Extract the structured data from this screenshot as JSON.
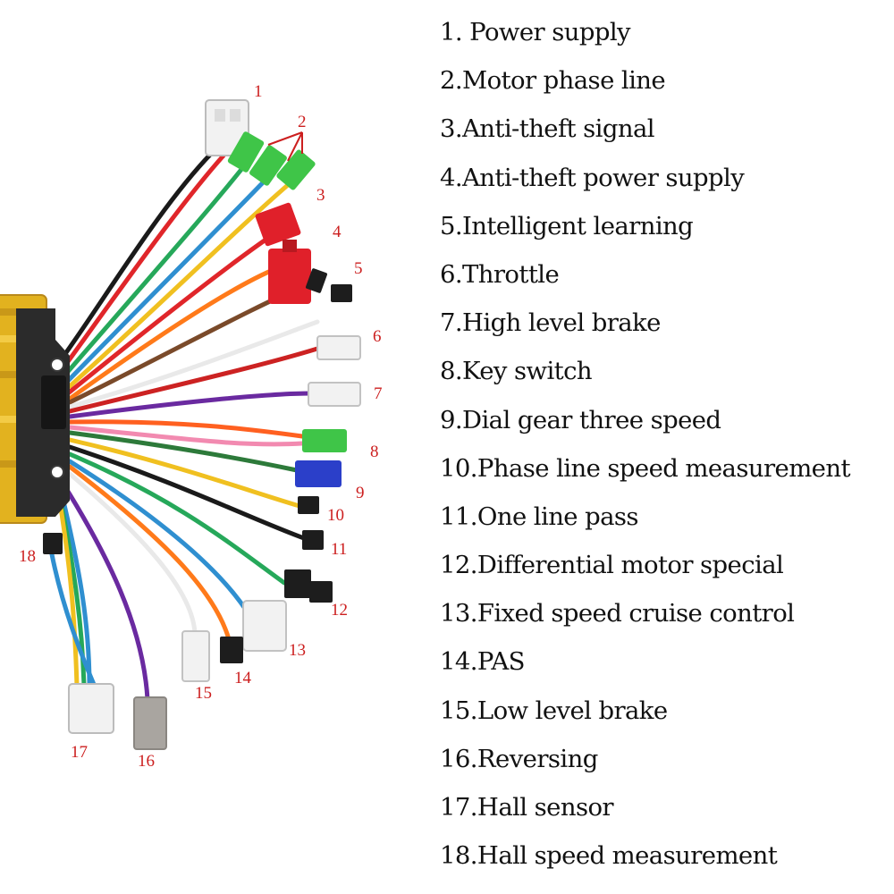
{
  "callouts": [
    "1",
    "2",
    "3",
    "4",
    "5",
    "6",
    "7",
    "8",
    "9",
    "10",
    "11",
    "12",
    "13",
    "14",
    "15",
    "16",
    "17",
    "18"
  ],
  "legend": [
    "1. Power supply",
    "2.Motor phase line",
    "3.Anti-theft signal",
    "4.Anti-theft power supply",
    "5.Intelligent learning",
    "6.Throttle",
    "7.High level brake",
    "8.Key switch",
    "9.Dial gear three speed",
    "10.Phase line speed measurement",
    "11.One line pass",
    "12.Differential motor special",
    "13.Fixed speed cruise control",
    "14.PAS",
    "15.Low level brake",
    "16.Reversing",
    "17.Hall sensor",
    "18.Hall speed measurement"
  ],
  "colors": {
    "callout_red": "#cc1f1f",
    "controller_gold": "#e2b21f",
    "connector_white": "#f2f2f2",
    "connector_green": "#3fc548",
    "connector_red": "#e0202a",
    "connector_blue": "#2b3fc9",
    "connector_black": "#1d1d1d",
    "connector_grey": "#a9a5a0"
  }
}
